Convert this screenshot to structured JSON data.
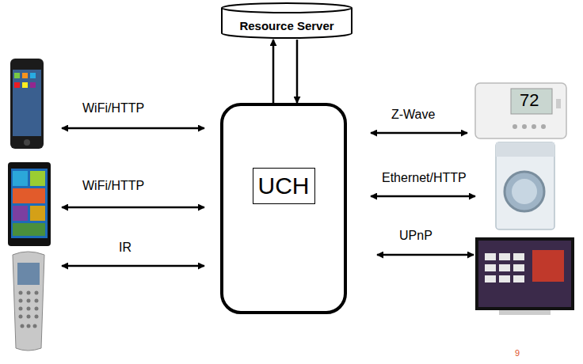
{
  "diagram": {
    "nodes": [
      {
        "text": [
          "Resource Server"
        ]
      },
      {
        "text": [
          "UCH"
        ]
      }
    ],
    "edges": [
      {
        "from": 1,
        "to": 0,
        "arrow": "to"
      },
      {
        "from": 0,
        "to": 1,
        "arrow": "to"
      }
    ],
    "labels": [
      "WiFi/HTTP",
      "WiFi/HTTP",
      "IR",
      "Z-Wave",
      "Ethernet/HTTP",
      "UPnP",
      "72",
      "9"
    ]
  }
}
